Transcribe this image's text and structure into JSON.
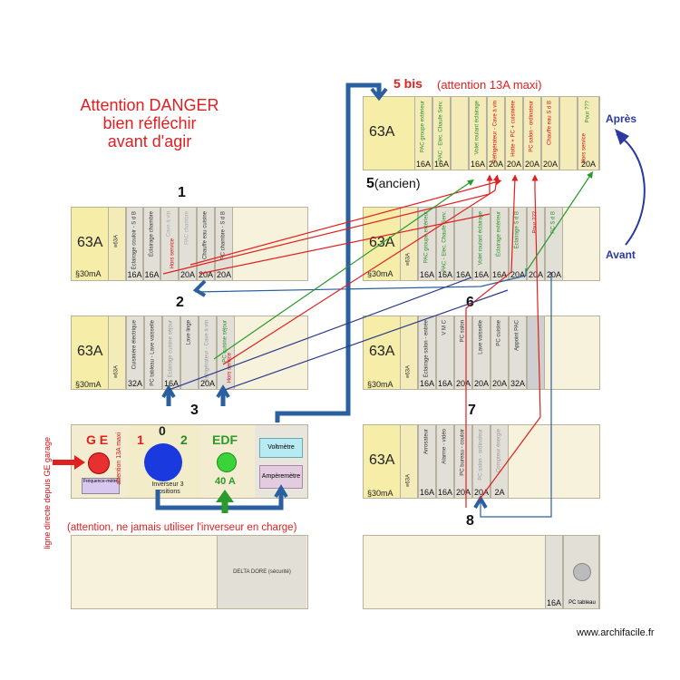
{
  "warning": {
    "line1": "Attention DANGER",
    "line2": "bien réfléchir",
    "line3": "avant d'agir"
  },
  "labels": {
    "n1": "1",
    "n2": "2",
    "n3": "3",
    "n5": "5",
    "n5_suffix": "(ancien)",
    "n6": "6",
    "n7": "7",
    "n8": "8",
    "n5bis": "5 bis",
    "n5bis_note": "(attention 13A maxi)",
    "apres": "Après",
    "avant": "Avant",
    "inverter_warning": "(attention, ne jamais utiliser l'inverseur en charge)",
    "watermark": "www.archifacile.fr"
  },
  "panel_1": {
    "main": "63A",
    "sub": "§30mA",
    "diff": "≡63A",
    "breakers": [
      {
        "text": "Éclairage couloir - S d B",
        "amp": "16A"
      },
      {
        "text": "Éclairage chambre",
        "amp": "16A"
      },
      {
        "text": "Cave à vin",
        "amp": ""
      },
      {
        "text": "Hors service",
        "amp": ""
      },
      {
        "text": "PAC chambre",
        "amp": "20A"
      },
      {
        "text": "Chauffe eau cuisine",
        "amp": "20A"
      },
      {
        "text": "PC chambre - S d B",
        "amp": "20A"
      }
    ]
  },
  "panel_2": {
    "main": "63A",
    "sub": "§30mA",
    "diff": "≡63A",
    "breakers": [
      {
        "text": "Cuisinière électrique",
        "amp": "32A"
      },
      {
        "text": "PC tableau - Lave vaisselle",
        "amp": ""
      },
      {
        "text": "Éclairage cuisine séjour",
        "amp": "16A"
      },
      {
        "text": "Lave linge",
        "amp": ""
      },
      {
        "text": "Réfrigérateur - Cave à vin",
        "amp": "20A"
      },
      {
        "text": "PC cuisine séjour",
        "amp": ""
      }
    ]
  },
  "panel_5bis": {
    "main": "63A",
    "breakers": [
      {
        "text": "PAC groupe extérieur",
        "amp": "16A"
      },
      {
        "text": "PAC - Elec. Chaufe Serv.",
        "amp": "16A"
      },
      {
        "text": "",
        "amp": ""
      },
      {
        "text": "Volet roulant éclairage",
        "amp": "16A"
      },
      {
        "text": "Réfrigérateur - Cave à vin",
        "amp": "20A"
      },
      {
        "text": "Hotte + PC + cuisinière",
        "amp": "20A"
      },
      {
        "text": "PC salon - ordinateur",
        "amp": "20A"
      },
      {
        "text": "Chauffe eau S d B",
        "amp": "20A"
      },
      {
        "text": "",
        "amp": ""
      },
      {
        "text": "Pour ???",
        "amp": "20A"
      }
    ]
  },
  "panel_5": {
    "main": "63A",
    "sub": "§30mA",
    "diff": "≡63A",
    "breakers": [
      {
        "text": "PAC groupe extérieur",
        "amp": "16A"
      },
      {
        "text": "PAC - Elec. Chaufe Serv.",
        "amp": "16A"
      },
      {
        "text": "",
        "amp": "16A"
      },
      {
        "text": "Volet roulant éclairage",
        "amp": "16A"
      },
      {
        "text": "Éclairage extérieur",
        "amp": "16A"
      },
      {
        "text": "Éclairage S d B",
        "amp": "20A"
      },
      {
        "text": "Pour ???",
        "amp": "20A"
      },
      {
        "text": "PC S d B",
        "amp": "20A"
      }
    ]
  },
  "panel_6": {
    "main": "63A",
    "sub": "§30mA",
    "diff": "≡63A",
    "breakers": [
      {
        "text": "Éclairage salon - entrée",
        "amp": "16A"
      },
      {
        "text": "V M C",
        "amp": "16A"
      },
      {
        "text": "PC salon",
        "amp": "20A"
      },
      {
        "text": "Lave vaisselle",
        "amp": "20A"
      },
      {
        "text": "PC cuisine",
        "amp": "20A"
      },
      {
        "text": "Appoint PAC",
        "amp": "32A"
      }
    ]
  },
  "panel_7": {
    "main": "63A",
    "sub": "§30mA",
    "diff": "≡63A",
    "breakers": [
      {
        "text": "Arrosateur",
        "amp": "16A"
      },
      {
        "text": "Alarme - vidéo",
        "amp": "16A"
      },
      {
        "text": "PC bureau - couloir",
        "amp": "20A"
      },
      {
        "text": "PC salon - ordinateur",
        "amp": "20A"
      },
      {
        "text": "Compteur énergie",
        "amp": "2A"
      }
    ]
  },
  "panel_3": {
    "ge": "G E",
    "ge_side": "attention 13A maxi",
    "freq": "Fréquence-mètre",
    "zero": "0",
    "one": "1",
    "two": "2",
    "inverter": "Inverseur 3 positions",
    "edf": "EDF",
    "edf_amp": "40 A",
    "voltmeter": "Voltmètre",
    "ammeter": "Ampèremètre",
    "line_label": "ligne directe depuis GE garage"
  },
  "panel_bottom_left": {
    "delta": "DELTA DORE (sécurité)"
  },
  "panel_bottom_right": {
    "amp": "16A",
    "pc": "PC tableau"
  }
}
